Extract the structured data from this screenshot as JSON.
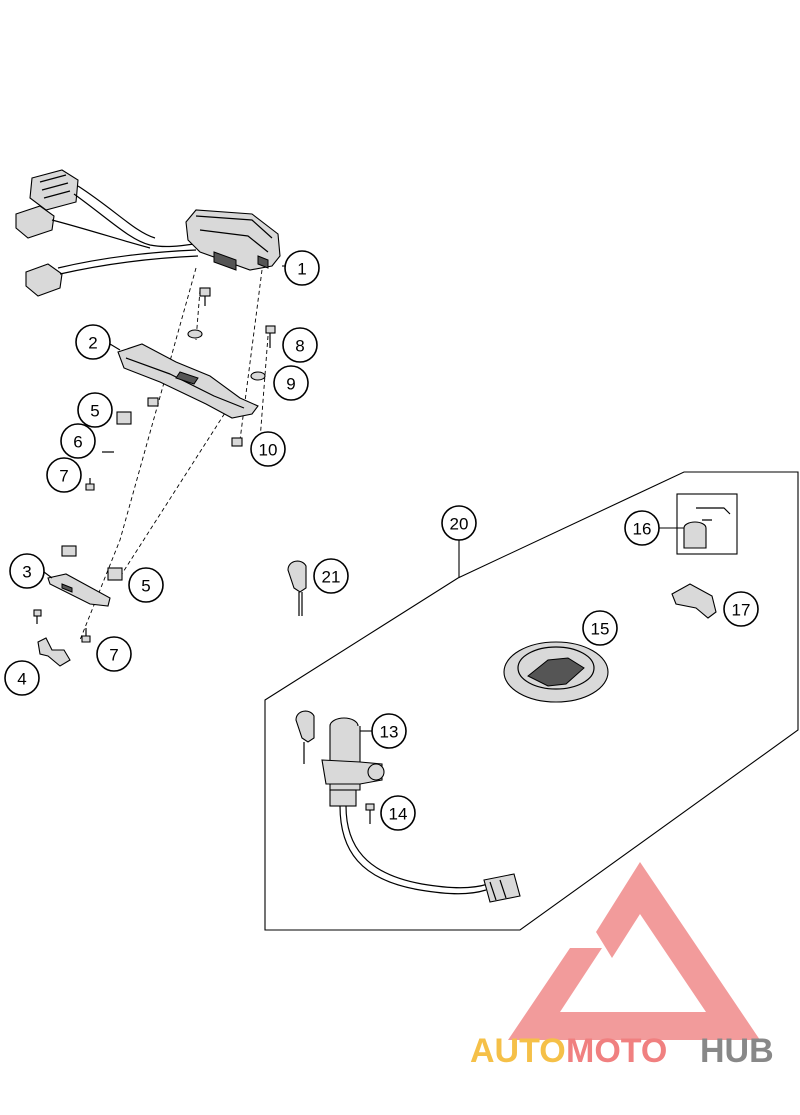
{
  "callouts": [
    {
      "id": "c1",
      "label": "1"
    },
    {
      "id": "c2",
      "label": "2"
    },
    {
      "id": "c3",
      "label": "3"
    },
    {
      "id": "c4",
      "label": "4"
    },
    {
      "id": "c5a",
      "label": "5"
    },
    {
      "id": "c5b",
      "label": "5"
    },
    {
      "id": "c6",
      "label": "6"
    },
    {
      "id": "c7a",
      "label": "7"
    },
    {
      "id": "c7b",
      "label": "7"
    },
    {
      "id": "c8",
      "label": "8"
    },
    {
      "id": "c9",
      "label": "9"
    },
    {
      "id": "c10",
      "label": "10"
    },
    {
      "id": "c13",
      "label": "13"
    },
    {
      "id": "c14",
      "label": "14"
    },
    {
      "id": "c15",
      "label": "15"
    },
    {
      "id": "c16",
      "label": "16"
    },
    {
      "id": "c17",
      "label": "17"
    },
    {
      "id": "c20",
      "label": "20"
    },
    {
      "id": "c21",
      "label": "21"
    }
  ],
  "watermark": {
    "part1": "AUTO",
    "part2": "MOTO",
    "part3": "HUB",
    "color1": "#f5c048",
    "color2": "#f08080",
    "color3": "#888888",
    "logo_color": "#f08a8a"
  },
  "colors": {
    "line": "#000000",
    "background": "#ffffff"
  }
}
